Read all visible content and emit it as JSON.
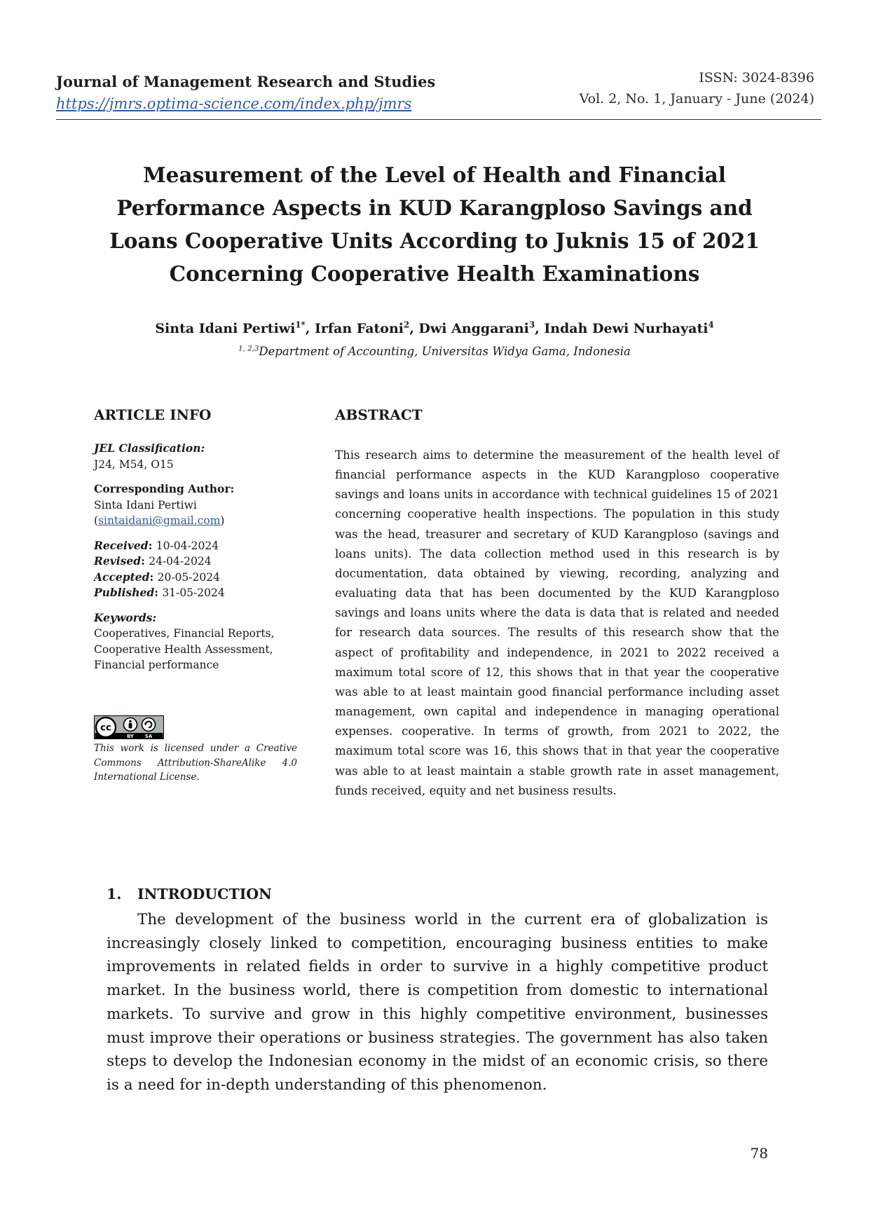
{
  "header": {
    "journal_name": "Journal of Management Research and Studies",
    "journal_url": "https://jmrs.optima-science.com/index.php/jmrs",
    "issn": "ISSN: 3024-8396",
    "volume": "Vol. 2, No. 1, January - June (2024)"
  },
  "paper": {
    "title": "Measurement of the Level of Health and Financial Performance Aspects in KUD Karangploso Savings and Loans Cooperative Units According to Juknis 15 of 2021 Concerning Cooperative Health Examinations",
    "authors": [
      {
        "name": "Sinta Idani Pertiwi",
        "sup": "1*",
        "sep": ", "
      },
      {
        "name": "Irfan Fatoni",
        "sup": "2",
        "sep": ", "
      },
      {
        "name": "Dwi Anggarani",
        "sup": "3",
        "sep": ", "
      },
      {
        "name": "Indah Dewi Nurhayati",
        "sup": "4",
        "sep": ""
      }
    ],
    "affiliation_sup": "1, 2,3",
    "affiliation": "Department of Accounting, Universitas Widya Gama, Indonesia"
  },
  "article_info": {
    "heading": "ARTICLE INFO",
    "jel_label": "JEL Classification:",
    "jel_value": "J24, M54, O15",
    "corr_label": "Corresponding Author:",
    "corr_name": "Sinta Idani Pertiwi",
    "corr_email": "sintaidani@gmail.com",
    "dates": [
      {
        "label": "Received",
        "value": "10-04-2024"
      },
      {
        "label": "Revised",
        "value": "24-04-2024"
      },
      {
        "label": "Accepted",
        "value": "20-05-2024"
      },
      {
        "label": "Published",
        "value": "31-05-2024"
      }
    ],
    "keywords_label": "Keywords:",
    "keywords_value": "Cooperatives, Financial Reports, Cooperative Health Assessment, Financial performance",
    "license_badge": {
      "cc": "cc",
      "by": "BY",
      "sa": "SA"
    },
    "license_text": "This work is licensed under a Creative Commons Attribution-ShareAlike 4.0 International License"
  },
  "abstract": {
    "heading": "ABSTRACT",
    "text": "This research aims to determine the measurement of the health level of financial performance aspects in the KUD Karangploso cooperative savings and loans units in accordance with technical guidelines 15 of 2021 concerning cooperative health inspections. The population in this study was the head, treasurer and secretary of KUD Karangploso (savings and loans units). The data collection method used in this research is by documentation, data obtained by viewing, recording, analyzing and evaluating data that has been documented by the KUD Karangploso savings and loans units where the data is data that is related and needed for research data sources. The results of this research show that the aspect of profitability and independence, in 2021 to 2022 received a maximum total score of 12, this shows that in that year the cooperative was able to at least maintain good financial performance including asset management, own capital and independence in managing operational expenses. cooperative. In terms of growth, from 2021 to 2022, the maximum total score was 16, this shows that in that year the cooperative was able to at least maintain a stable growth rate in asset management, funds received, equity and net business results."
  },
  "introduction": {
    "number": "1.",
    "heading": "INTRODUCTION",
    "paragraph": "The development of the business world in the current era of globalization is increasingly closely linked to competition, encouraging business entities to make improvements in related fields in order to survive in a highly competitive product market. In the business world, there is competition from domestic to international markets. To survive and grow in this highly competitive environment, businesses must improve their operations or business strategies. The government has also taken steps to develop the Indonesian economy in the midst of an economic crisis, so there is a need for in-depth understanding of this phenomenon."
  },
  "page_number": "78"
}
